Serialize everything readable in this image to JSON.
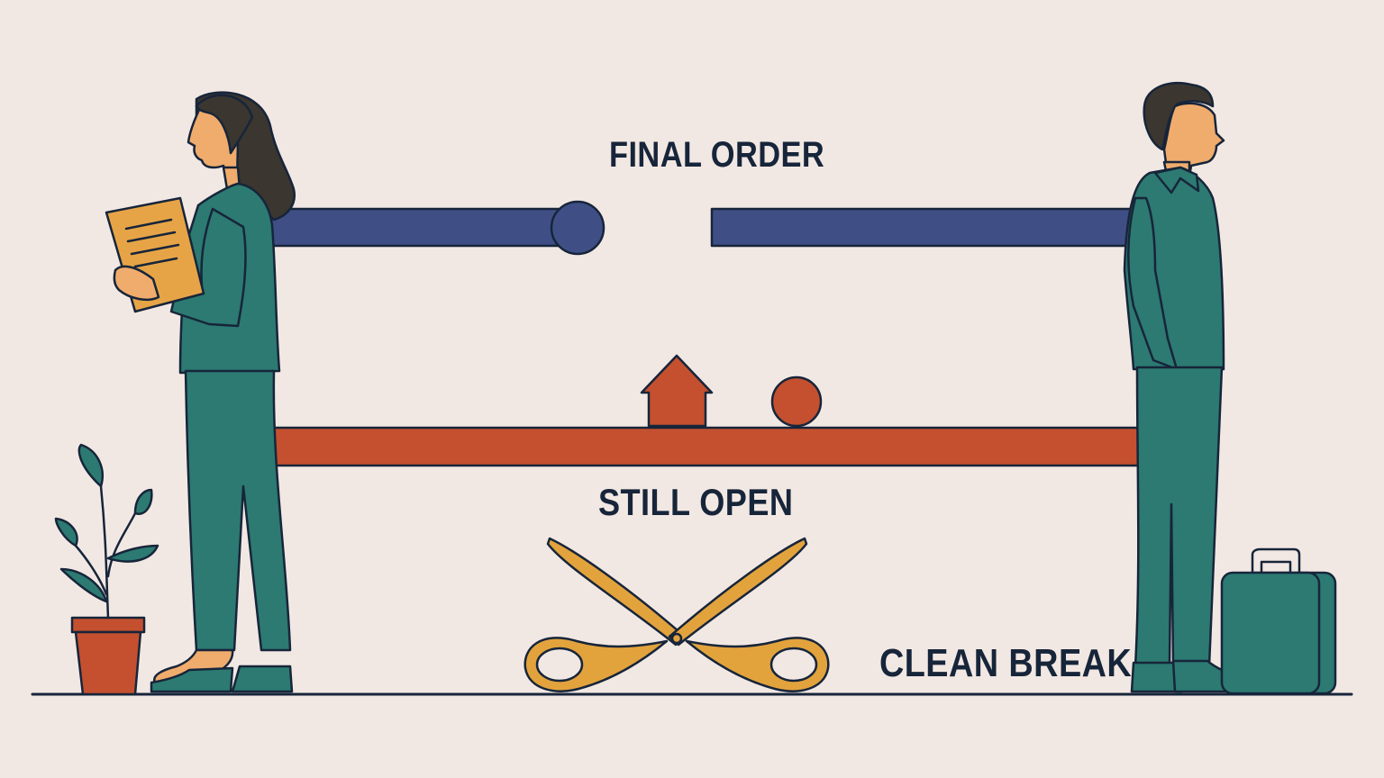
{
  "labels": {
    "final_order": "FINAL ORDER",
    "still_open": "STILL OPEN",
    "clean_break": "CLEAN BREAK"
  },
  "colors": {
    "background": "#f2e8e3",
    "navy_bar": "#3f4f86",
    "red_bar": "#c4502f",
    "teal_clothing": "#2c7a72",
    "gold": "#e2a33d",
    "document": "#e7a447",
    "skin": "#f0ac6c",
    "hair": "#3b3630",
    "outline": "#17253a"
  },
  "icons": [
    "house-icon",
    "ball-icon",
    "scissors-icon",
    "document-icon",
    "plant-icon",
    "suitcase-icon"
  ]
}
